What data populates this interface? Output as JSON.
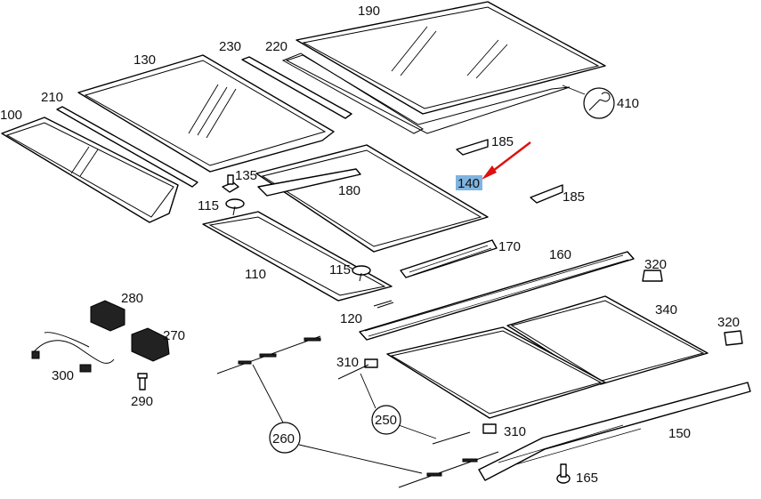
{
  "diagram": {
    "callouts": [
      {
        "id": "c100",
        "text": "100"
      },
      {
        "id": "c110",
        "text": "110"
      },
      {
        "id": "c115a",
        "text": "115"
      },
      {
        "id": "c115b",
        "text": "115"
      },
      {
        "id": "c120",
        "text": "120"
      },
      {
        "id": "c130",
        "text": "130"
      },
      {
        "id": "c135",
        "text": "135"
      },
      {
        "id": "c140",
        "text": "140"
      },
      {
        "id": "c150",
        "text": "150"
      },
      {
        "id": "c160",
        "text": "160"
      },
      {
        "id": "c165",
        "text": "165"
      },
      {
        "id": "c170",
        "text": "170"
      },
      {
        "id": "c180",
        "text": "180"
      },
      {
        "id": "c185a",
        "text": "185"
      },
      {
        "id": "c185b",
        "text": "185"
      },
      {
        "id": "c190",
        "text": "190"
      },
      {
        "id": "c210",
        "text": "210"
      },
      {
        "id": "c220",
        "text": "220"
      },
      {
        "id": "c230",
        "text": "230"
      },
      {
        "id": "c250",
        "text": "250"
      },
      {
        "id": "c260",
        "text": "260"
      },
      {
        "id": "c270",
        "text": "270"
      },
      {
        "id": "c280",
        "text": "280"
      },
      {
        "id": "c290",
        "text": "290"
      },
      {
        "id": "c300",
        "text": "300"
      },
      {
        "id": "c310a",
        "text": "310"
      },
      {
        "id": "c310b",
        "text": "310"
      },
      {
        "id": "c320a",
        "text": "320"
      },
      {
        "id": "c320b",
        "text": "320"
      },
      {
        "id": "c340",
        "text": "340"
      },
      {
        "id": "c410",
        "text": "410"
      }
    ],
    "highlighted": "140",
    "colors": {
      "highlight": "#7fb4e0",
      "arrow": "#e01010",
      "ink": "#000000"
    },
    "icons": [
      "wrench-icon"
    ]
  }
}
